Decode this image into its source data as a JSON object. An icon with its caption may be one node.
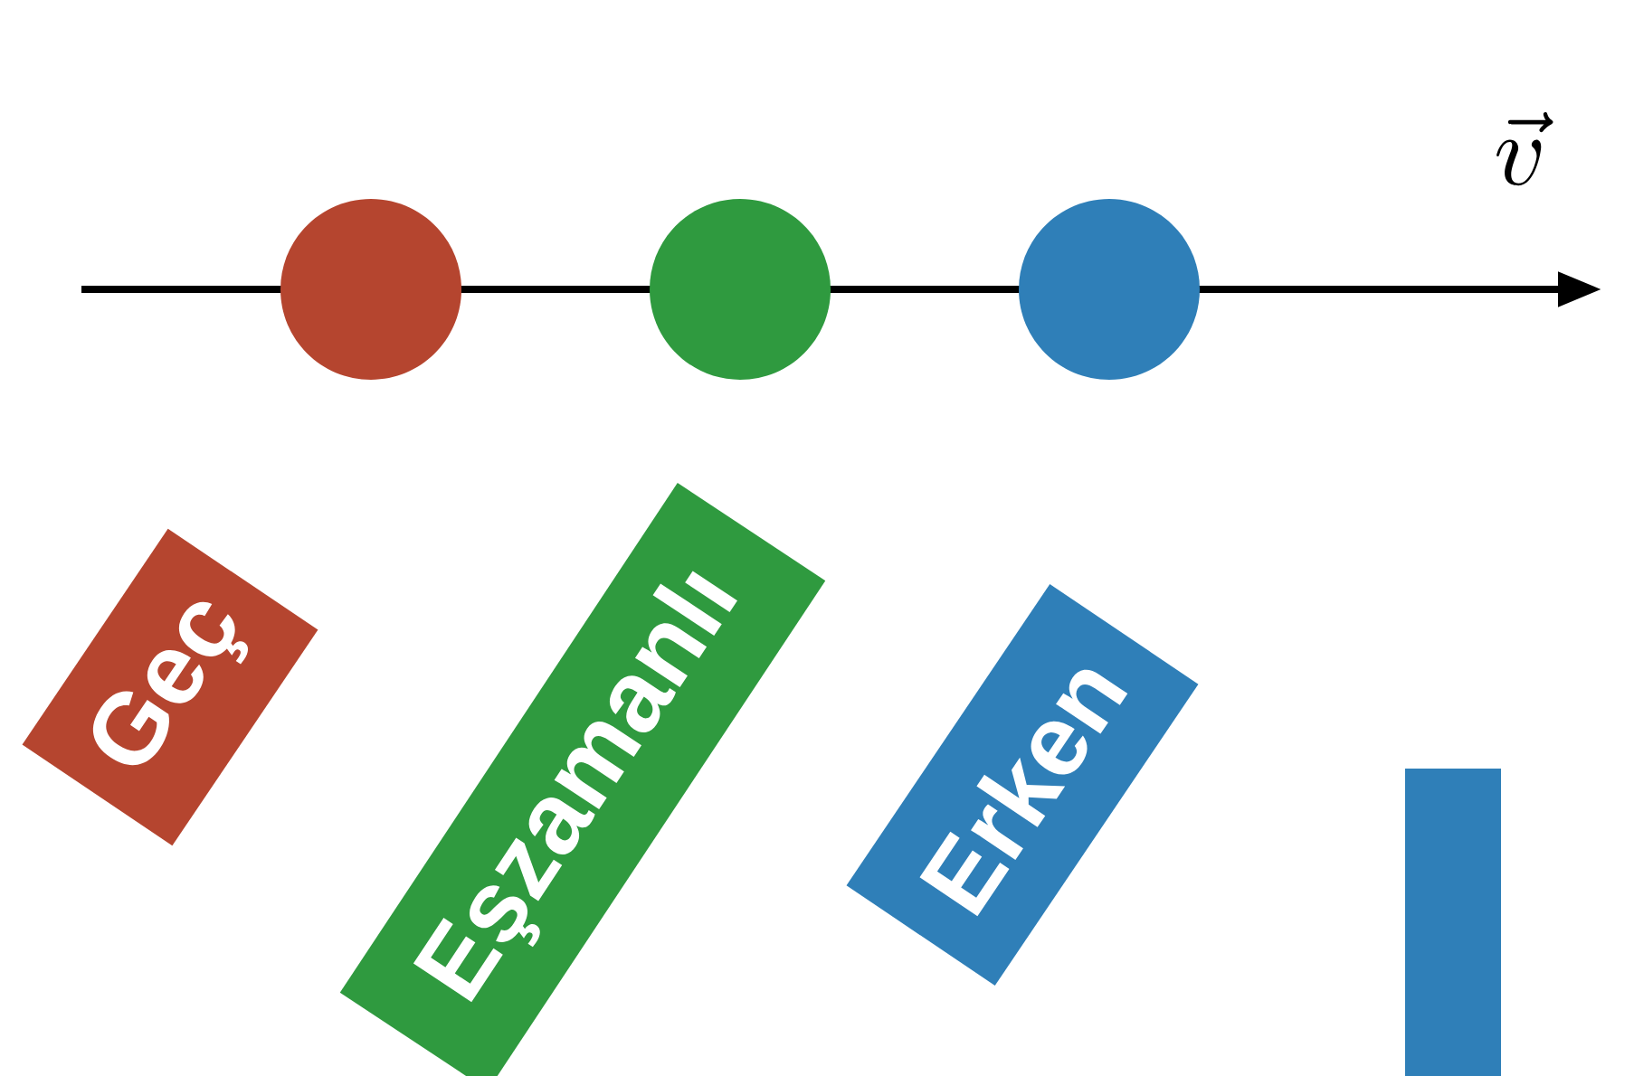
{
  "diagram": {
    "nodes": [
      {
        "text": [],
        "shape": "circle"
      },
      {
        "text": [],
        "shape": "circle"
      },
      {
        "text": [],
        "shape": "circle"
      },
      {
        "text": [
          "Geç"
        ]
      },
      {
        "text": [
          "Eşzamanlı"
        ]
      },
      {
        "text": [
          "Erken"
        ]
      },
      {
        "text": [],
        "shape": "bar"
      }
    ],
    "labels": [
      "\\vec{v}"
    ]
  }
}
